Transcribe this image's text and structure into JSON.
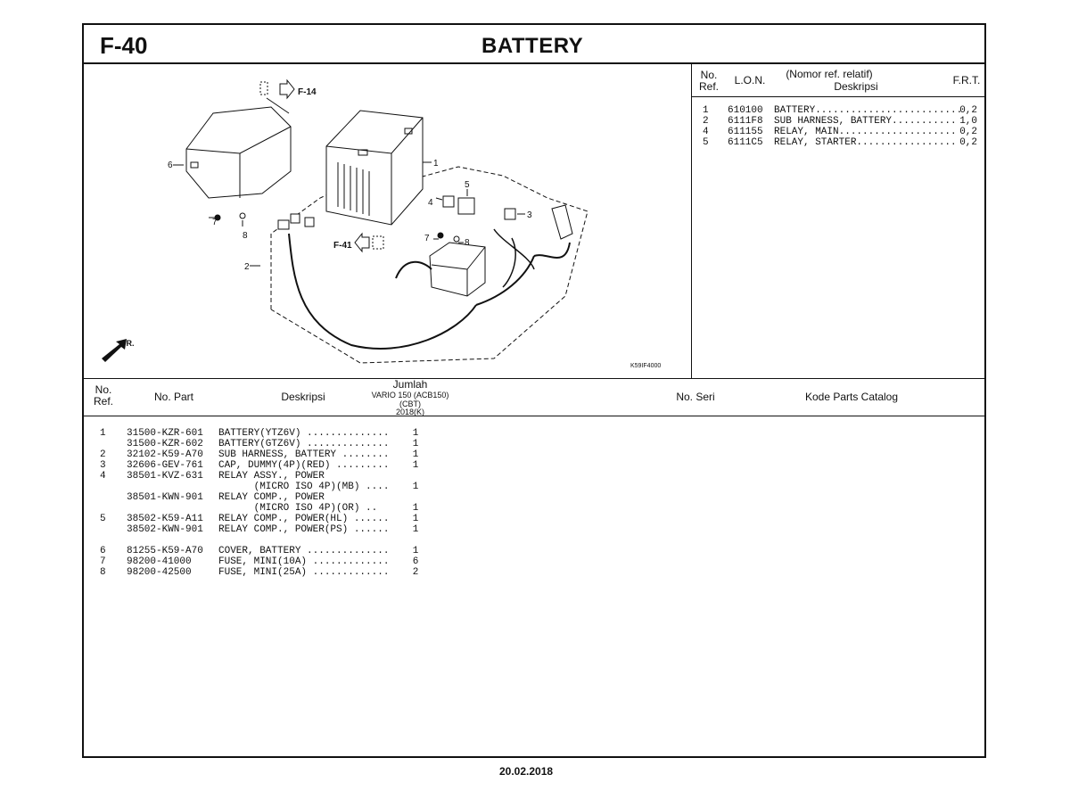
{
  "page": {
    "code": "F-40",
    "title": "BATTERY",
    "date": "20.02.2018"
  },
  "lon_table": {
    "headers": {
      "no_ref": "No.\nRef.",
      "lon": "L.O.N.",
      "desc_top": "(Nomor ref. relatif)",
      "desc": "Deskripsi",
      "frt": "F.R.T."
    },
    "rows": [
      {
        "no": "1",
        "lon": "610100",
        "desc": "BATTERY.........................",
        "frt": "0,2"
      },
      {
        "no": "2",
        "lon": "6111F8",
        "desc": "SUB HARNESS, BATTERY...........",
        "frt": "1,0"
      },
      {
        "no": "4",
        "lon": "611155",
        "desc": "RELAY, MAIN....................",
        "frt": "0,2"
      },
      {
        "no": "5",
        "lon": "6111C5",
        "desc": "RELAY, STARTER.................",
        "frt": "0,2"
      }
    ]
  },
  "diagram": {
    "labels": [
      "F-14",
      "F-41",
      "1",
      "2",
      "3",
      "4",
      "5",
      "6",
      "7",
      "8",
      "7",
      "8",
      "FR.",
      "K59IF4000"
    ]
  },
  "parts_table": {
    "headers": {
      "no_ref": "No.\nRef.",
      "no_part": "No. Part",
      "desc": "Deskripsi",
      "jumlah": "Jumlah",
      "model": "VARIO 150 (ACB150)",
      "model2": "(CBT)",
      "model3": "2018(K)",
      "no_seri": "No. Seri",
      "kode": "Kode Parts Catalog"
    },
    "rows": [
      {
        "no": "1",
        "part": "31500-KZR-601",
        "desc": "BATTERY(YTZ6V) ..............",
        "qty": "1"
      },
      {
        "no": "",
        "part": "31500-KZR-602",
        "desc": "BATTERY(GTZ6V) ..............",
        "qty": "1"
      },
      {
        "no": "2",
        "part": "32102-K59-A70",
        "desc": "SUB HARNESS, BATTERY ........",
        "qty": "1"
      },
      {
        "no": "3",
        "part": "32606-GEV-761",
        "desc": "CAP, DUMMY(4P)(RED) .........",
        "qty": "1"
      },
      {
        "no": "4",
        "part": "38501-KVZ-631",
        "desc": "RELAY ASSY., POWER",
        "qty": ""
      },
      {
        "no": "",
        "part": "",
        "desc": "      (MICRO ISO 4P)(MB) ....",
        "qty": "1"
      },
      {
        "no": "",
        "part": "38501-KWN-901",
        "desc": "RELAY COMP., POWER",
        "qty": ""
      },
      {
        "no": "",
        "part": "",
        "desc": "      (MICRO ISO 4P)(OR) ..",
        "qty": "1"
      },
      {
        "no": "5",
        "part": "38502-K59-A11",
        "desc": "RELAY COMP., POWER(HL) ......",
        "qty": "1"
      },
      {
        "no": "",
        "part": "38502-KWN-901",
        "desc": "RELAY COMP., POWER(PS) ......",
        "qty": "1"
      },
      {
        "no": "",
        "part": "",
        "desc": "",
        "qty": ""
      },
      {
        "no": "6",
        "part": "81255-K59-A70",
        "desc": "COVER, BATTERY ..............",
        "qty": "1"
      },
      {
        "no": "7",
        "part": "98200-41000",
        "desc": "FUSE, MINI(10A) .............",
        "qty": "6"
      },
      {
        "no": "8",
        "part": "98200-42500",
        "desc": "FUSE, MINI(25A) .............",
        "qty": "2"
      }
    ]
  }
}
